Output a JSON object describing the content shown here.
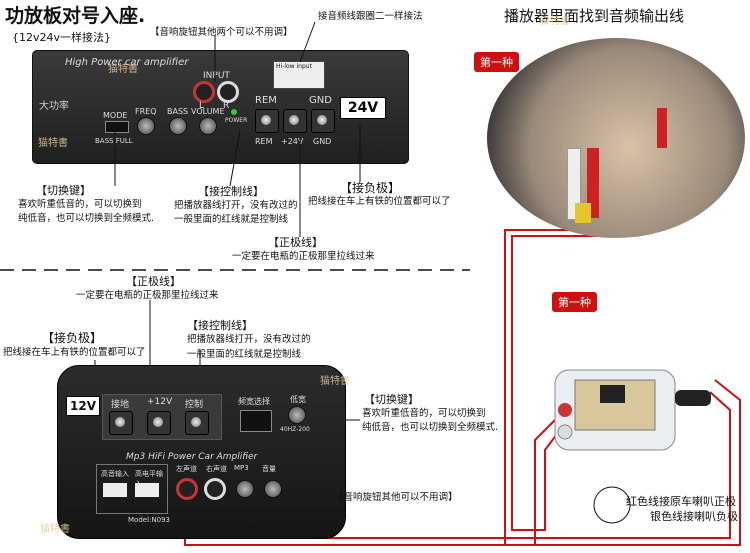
{
  "title": "功放板对号入座.",
  "subtitle": "{12v24v一样接法}",
  "top_right_title": "播放器里面找到音频输出线",
  "top_amp": {
    "header": "High Power car amplifier",
    "brand": "大功率",
    "mode_label": "MODE",
    "bass_full_label": "BASS FULL",
    "freq_label": "FREQ",
    "bass_label": "BASS",
    "volume_label": "VOLUME",
    "input_label": "INPUT",
    "l_label": "L",
    "r_label": "R",
    "power_label": "POWER",
    "hilow_label": "Hi-low input",
    "terminals": [
      "REM",
      "+24V",
      "GND"
    ],
    "rem_label": "REM",
    "gnd_label": "GND",
    "voltage_badge": "24V"
  },
  "annotations_top": {
    "knob_note": "【音响旋钮其他两个可以不用调】",
    "hilow_note": "接音频线跟圈二一样接法",
    "switch_key_title": "【切换键】",
    "switch_key_desc1": "喜欢听重低音的，可以切换到",
    "switch_key_desc2": "纯低音，也可以切换到全频模式.",
    "control_title": "【接控制线】",
    "control_desc1": "把播放器线打开，没有改过的",
    "control_desc2": "一般里面的红线就是控制线",
    "neg_title": "【接负极】",
    "neg_desc": "把线接在车上有铁的位置都可以了",
    "pos_title": "【正极线】",
    "pos_desc": "一定要在电瓶的正极那里拉线过来"
  },
  "photo_tag_1": "第一种",
  "photo_tag_2": "第一种",
  "bottom_amp": {
    "voltage_badge": "12V",
    "terminal_labels": [
      "接地",
      "+12V",
      "控制"
    ],
    "header": "Mp3 HiFi Power Car Amplifier",
    "freq_select": "频宽选择",
    "bass_label": "低宽",
    "freq_value": "40HZ-200",
    "model": "Model:N093",
    "high_input": "高音输入",
    "ext_input": "高电平输入",
    "left_ch": "左声道",
    "right_ch": "右声道",
    "mp3": "MP3",
    "volume": "音量"
  },
  "annotations_bottom": {
    "pos_title": "【正极线】",
    "pos_desc": "一定要在电瓶的正极那里拉线过来",
    "neg_title": "【接负极】",
    "neg_desc": "把线接在车上有铁的位置都可以了",
    "control_title": "【接控制线】",
    "control_desc1": "把播放器线打开，没有改过的",
    "control_desc2": "一般里面的红线就是控制线",
    "switch_key_title": "【切换键】",
    "switch_key_desc1": "喜欢听重低音的，可以切换到",
    "switch_key_desc2": "纯低音，也可以切换到全频模式.",
    "knob_note": "【音响旋钮其他可以不用调】"
  },
  "wire_note_1": "红色线接原车喇叭正极",
  "wire_note_2": "银色线接喇叭负极",
  "watermark": "猫特書",
  "colors": {
    "wire": "#d01010",
    "tag": "#d01010"
  }
}
